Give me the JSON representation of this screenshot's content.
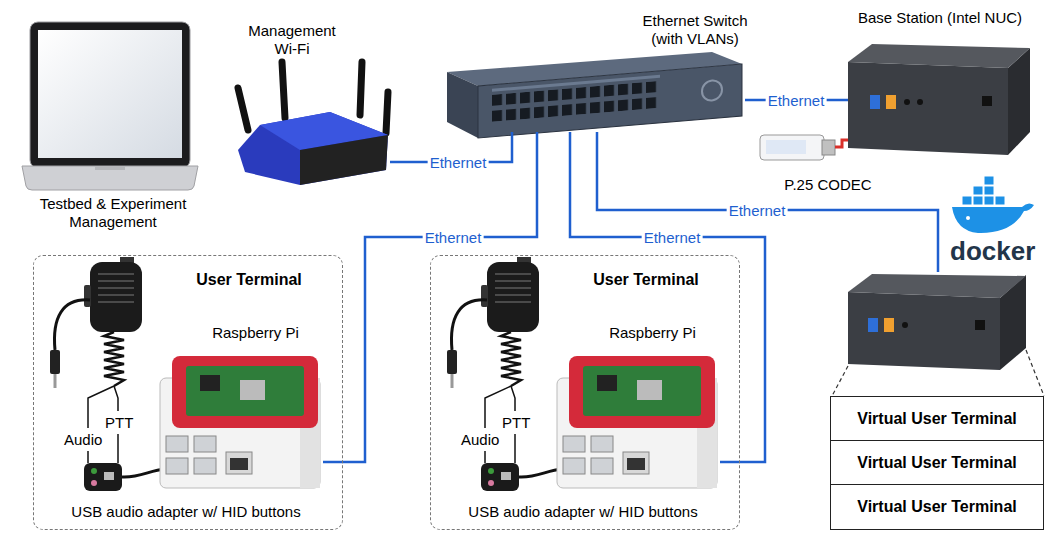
{
  "diagram": {
    "nodes": [
      {
        "text": [
          "Testbed & Experiment Management"
        ]
      },
      {
        "text": [
          "Management Wi-Fi"
        ]
      },
      {
        "text": [
          "Ethernet Switch (with VLANs)"
        ]
      },
      {
        "text": [
          "Base Station (Intel NUC)"
        ]
      },
      {
        "text": [
          "P.25 CODEC"
        ]
      },
      {
        "text": [
          "docker"
        ]
      },
      {
        "text": [
          "User Terminal"
        ]
      },
      {
        "text": [
          "Raspberry Pi"
        ],
        "in": 6
      },
      {
        "text": [
          "USB audio adapter w/ HID buttons"
        ],
        "in": 6
      },
      {
        "text": [
          "User Terminal"
        ]
      },
      {
        "text": [
          "Raspberry Pi"
        ],
        "in": 9
      },
      {
        "text": [
          "USB audio adapter w/ HID buttons"
        ],
        "in": 9
      },
      {
        "text": [
          "Virtual User Terminal"
        ]
      },
      {
        "text": [
          "Virtual User Terminal"
        ]
      },
      {
        "text": [
          "Virtual User Terminal"
        ]
      }
    ],
    "edges": [
      {
        "from": 1,
        "to": 2,
        "label": "Ethernet",
        "arrow": "none"
      },
      {
        "from": 2,
        "to": 3,
        "label": "Ethernet",
        "arrow": "none"
      },
      {
        "from": 3,
        "to": 4,
        "arrow": "none"
      },
      {
        "from": 2,
        "to": 5,
        "label": "Ethernet",
        "arrow": "none"
      },
      {
        "from": 2,
        "to": 7,
        "label": "Ethernet",
        "arrow": "none"
      },
      {
        "from": 2,
        "to": 10,
        "label": "Ethernet",
        "arrow": "none"
      }
    ],
    "labels": [
      "Audio",
      "PTT",
      "Audio",
      "PTT"
    ]
  }
}
